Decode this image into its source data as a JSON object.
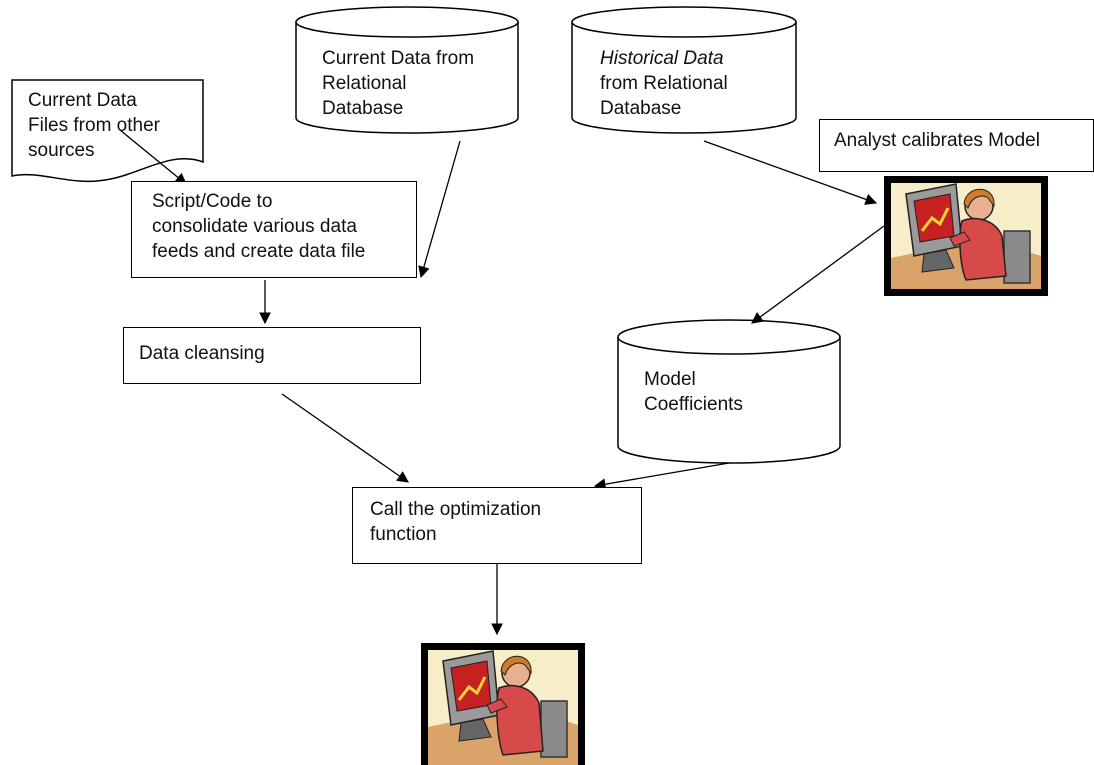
{
  "diagram": {
    "doc_current_files": [
      "Current Data",
      "Files from other",
      "sources"
    ],
    "db_current": [
      "Current Data from",
      "Relational",
      "Database"
    ],
    "db_historical": {
      "line1_italic": "Historical Data",
      "line2": "from Relational",
      "line3": "Database"
    },
    "analyst_box": "Analyst calibrates Model",
    "script_box": [
      "Script/Code to",
      "consolidate various data",
      "feeds and create data file"
    ],
    "cleansing_box": "Data cleansing",
    "coefficients_db": [
      "Model",
      "Coefficients"
    ],
    "optimization_box": [
      "Call the optimization",
      "function"
    ],
    "clipart": "person-at-computer-icon"
  }
}
